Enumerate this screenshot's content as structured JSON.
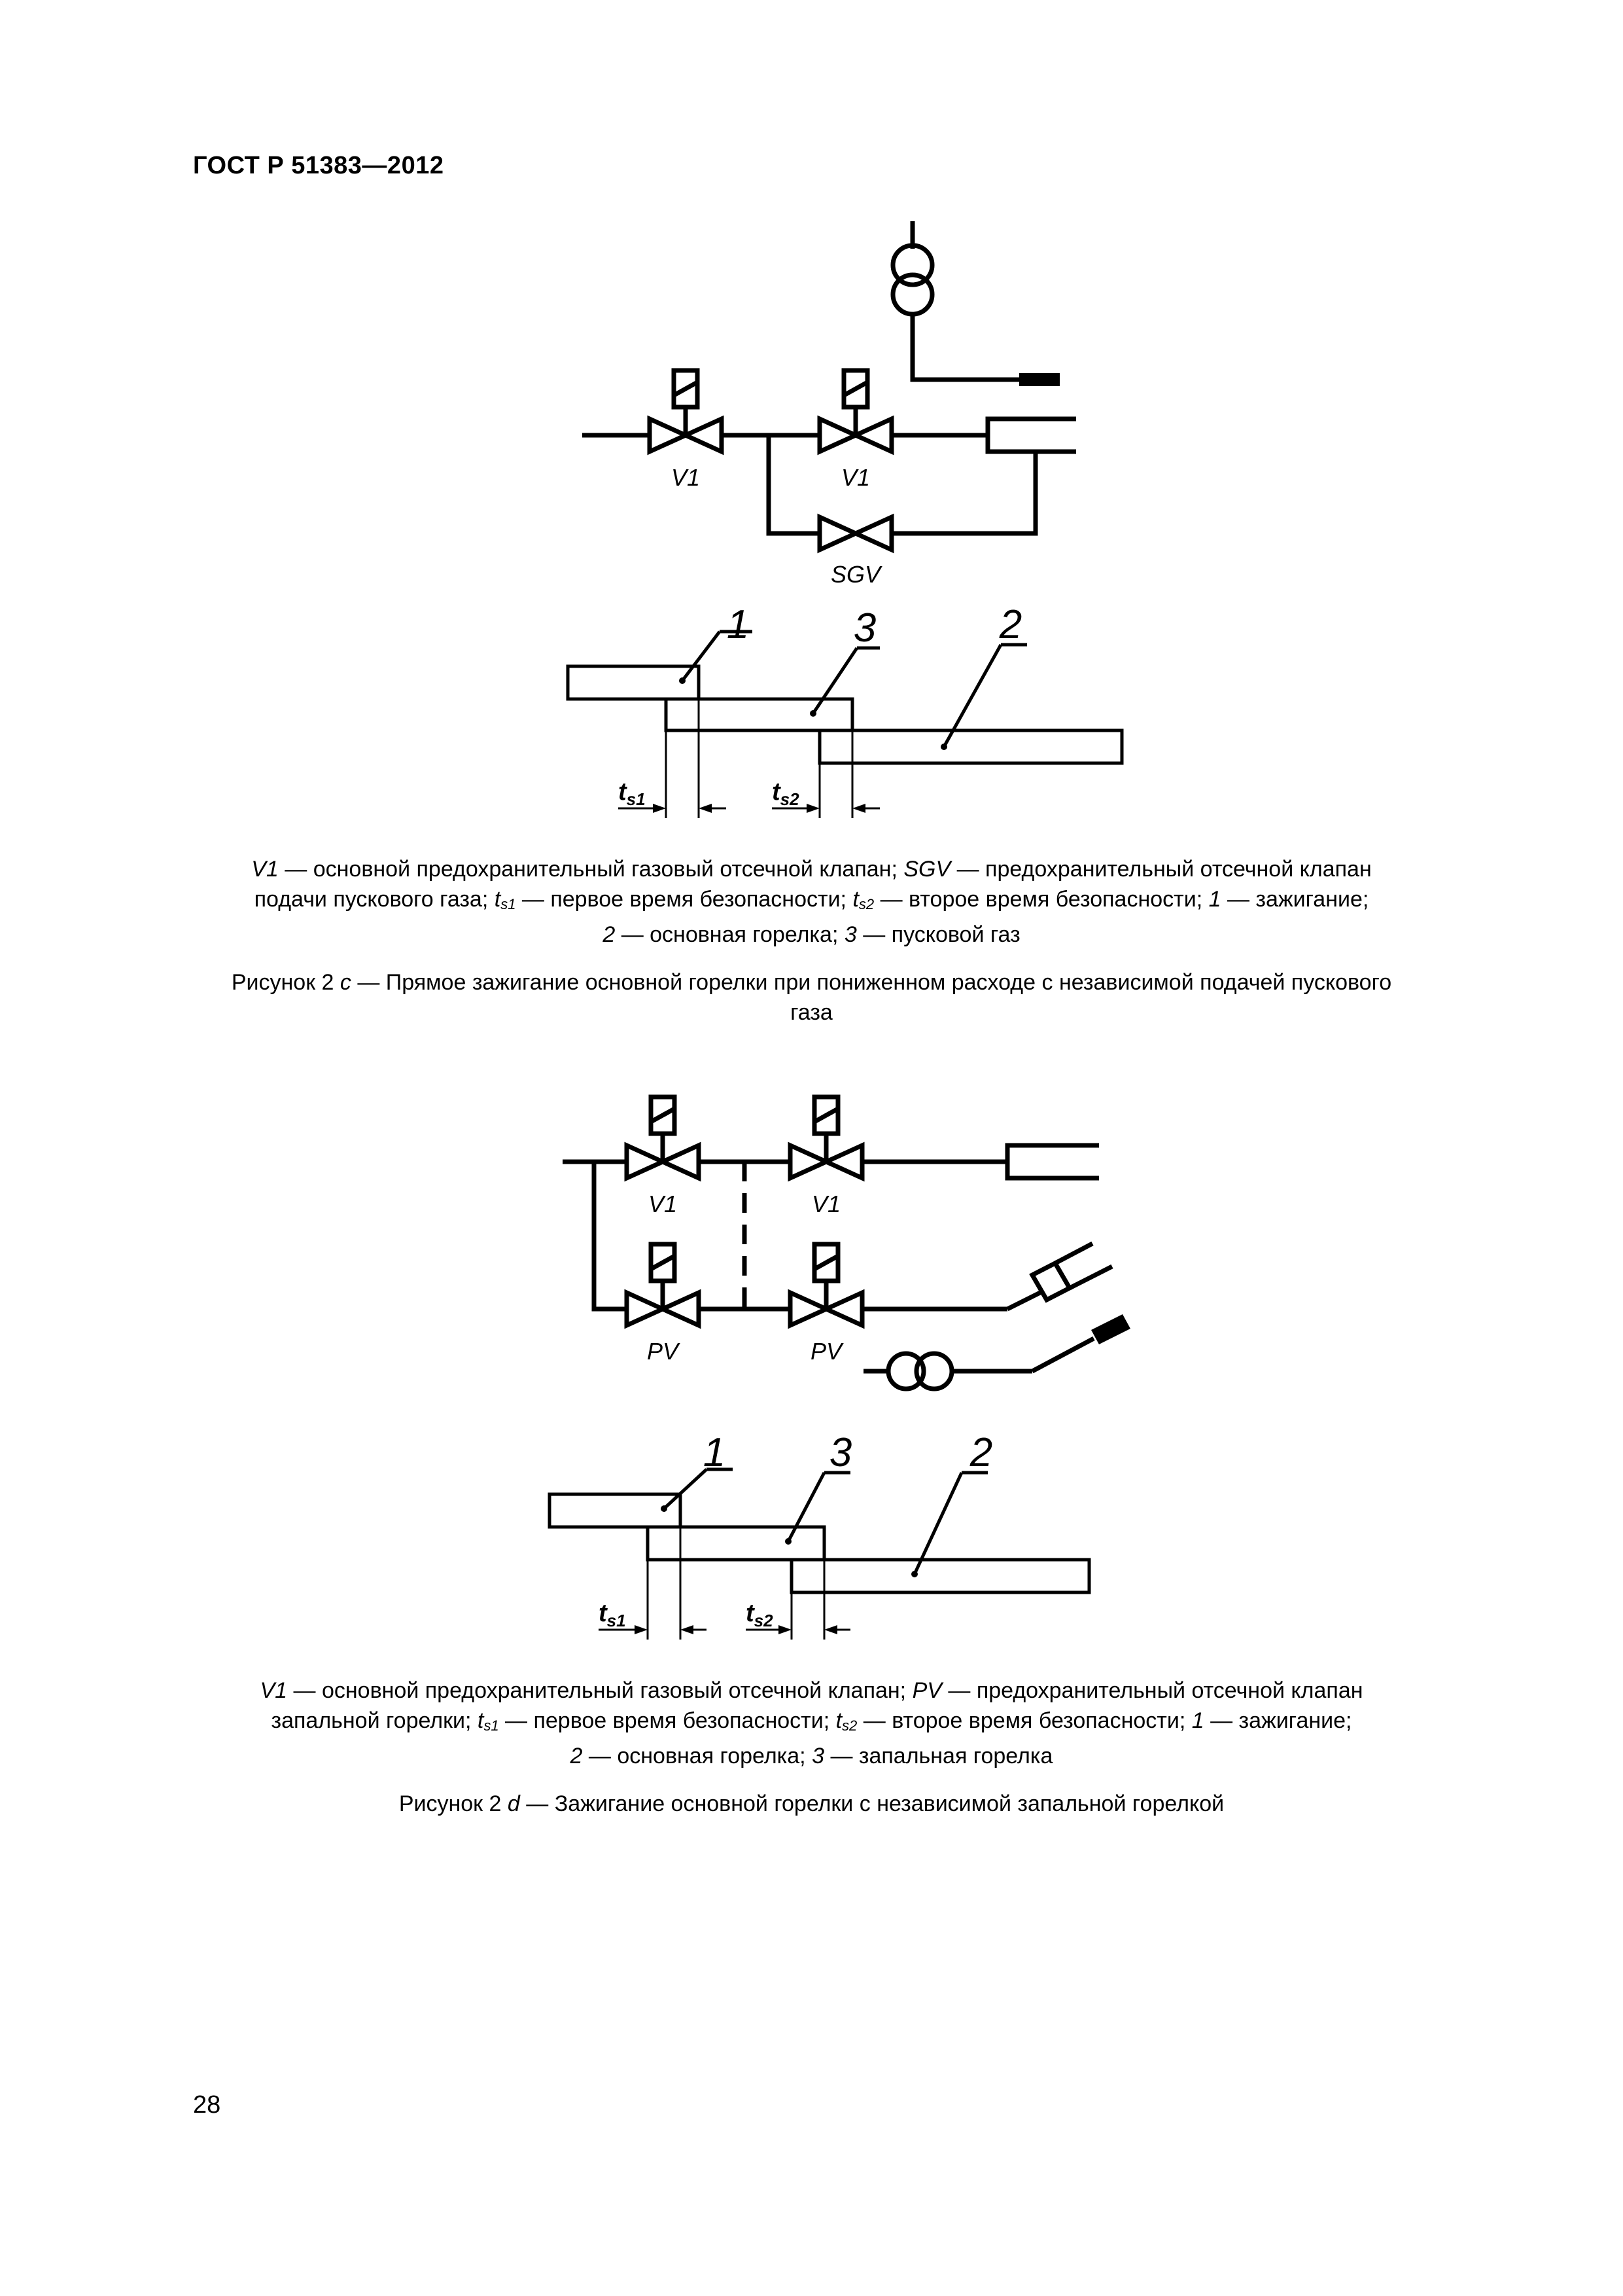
{
  "header": {
    "standard": "ГОСТ Р 51383—2012"
  },
  "figure_c": {
    "valve_labels": [
      "V1",
      "V1",
      "SGV"
    ],
    "timing_numbers": [
      "1",
      "3",
      "2"
    ],
    "ts1": {
      "t": "t",
      "sub": "s1"
    },
    "ts2": {
      "t": "t",
      "sub": "s2"
    },
    "legend": {
      "line1": {
        "a": "V1",
        "b": " — основной предохранительный газовый отсечной клапан; ",
        "c": "SGV",
        "d": " — предохранительный отсечной клапан"
      },
      "line2": {
        "a": "подачи пускового газа; ",
        "b": "t",
        "b_sub": "s1",
        "c": " — первое время безопасности; ",
        "d": "t",
        "d_sub": "s2",
        "e": " — второе время безопасности; ",
        "f": "1",
        "g": " — зажигание;"
      },
      "line3": {
        "a": "2",
        "b": " — основная горелка; ",
        "c": "3",
        "d": " — пусковой газ"
      }
    },
    "caption": {
      "prefix": "Рисунок 2 ",
      "letter": "c",
      "text": " — Прямое зажигание основной горелки при пониженном расходе с независимой подачей пускового",
      "line2": "газа"
    }
  },
  "figure_d": {
    "valve_labels": [
      "V1",
      "V1",
      "PV",
      "PV"
    ],
    "timing_numbers": [
      "1",
      "3",
      "2"
    ],
    "ts1": {
      "t": "t",
      "sub": "s1"
    },
    "ts2": {
      "t": "t",
      "sub": "s2"
    },
    "legend": {
      "line1": {
        "a": "V1",
        "b": " — основной предохранительный газовый отсечной клапан; ",
        "c": "PV",
        "d": " — предохранительный отсечной клапан"
      },
      "line2": {
        "a": "запальной горелки; ",
        "b": "t",
        "b_sub": "s1",
        "c": " — первое время безопасности; ",
        "d": "t",
        "d_sub": "s2",
        "e": " — второе время безопасности; ",
        "f": "1",
        "g": " — зажигание;"
      },
      "line3": {
        "a": "2",
        "b": " — основная горелка; ",
        "c": "3",
        "d": " — запальная горелка"
      }
    },
    "caption": {
      "prefix": "Рисунок 2 ",
      "letter": "d",
      "text": " — Зажигание основной горелки с независимой запальной горелкой"
    }
  },
  "footer": {
    "page_number": "28"
  }
}
